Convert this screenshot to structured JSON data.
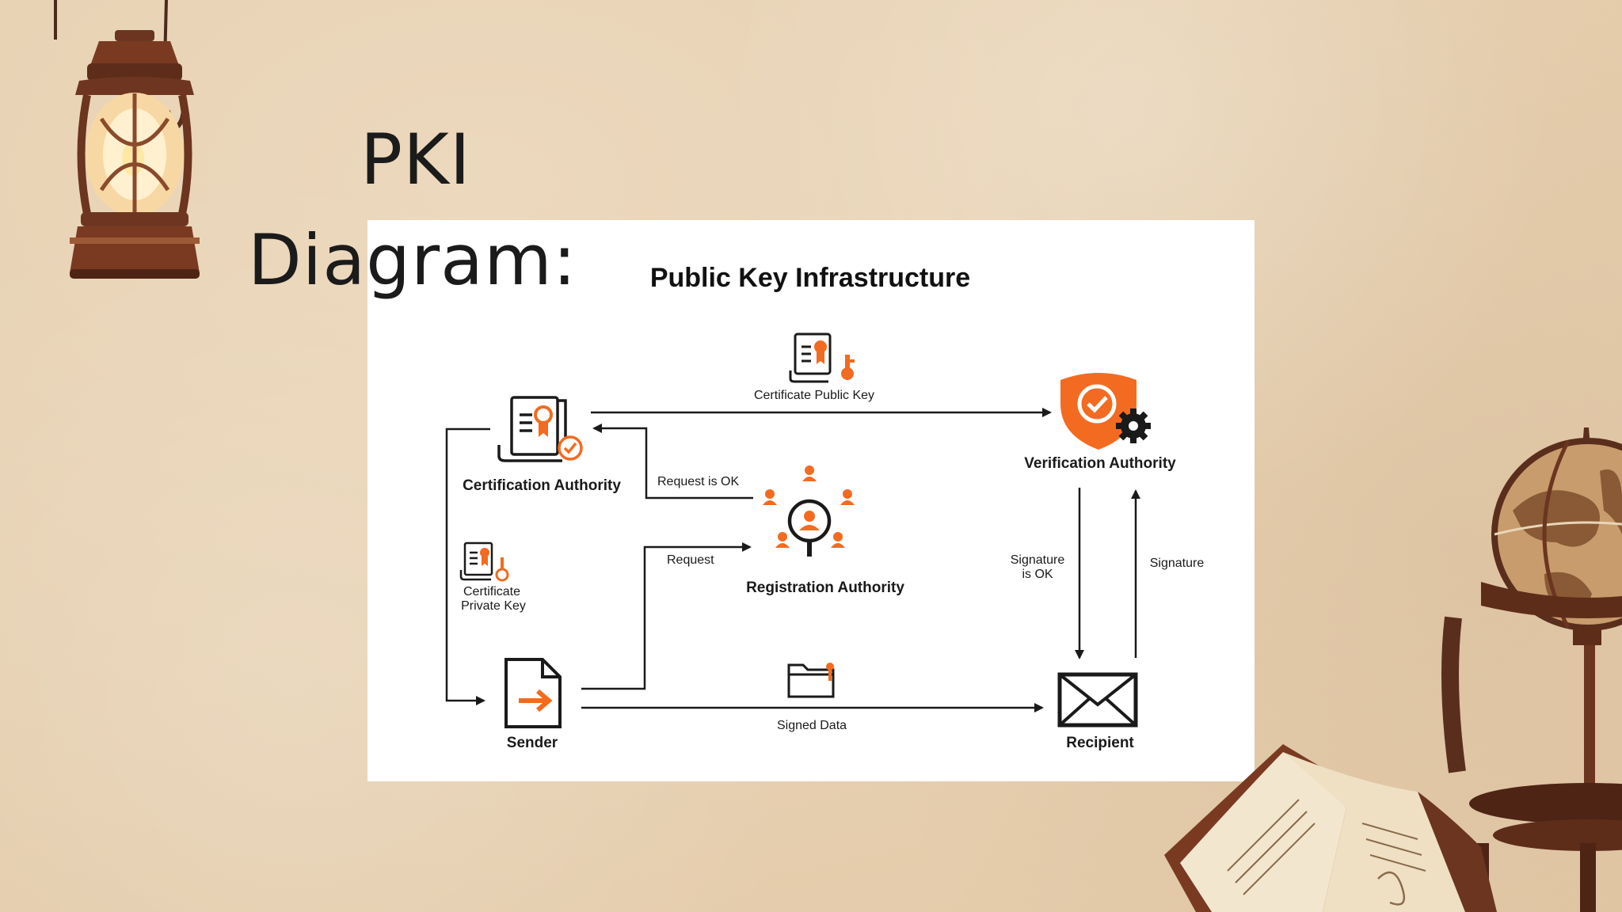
{
  "slide": {
    "title_line1": "PKI",
    "title_line2": "Diagram:"
  },
  "diagram": {
    "heading": "Public Key Infrastructure",
    "nodes": {
      "certification_authority": "Certification Authority",
      "verification_authority": "Verification Authority",
      "registration_authority": "Registration Authority",
      "sender": "Sender",
      "recipient": "Recipient"
    },
    "items": {
      "certificate_public_key": "Certificate Public Key",
      "certificate_private_key_line1": "Certificate",
      "certificate_private_key_line2": "Private Key",
      "signed_data": "Signed Data"
    },
    "edge_labels": {
      "request_is_ok": "Request is OK",
      "request": "Request",
      "signature_is_ok_line1": "Signature",
      "signature_is_ok_line2": "is OK",
      "signature": "Signature"
    }
  },
  "colors": {
    "accent_orange": "#F26B21",
    "ink": "#1A1A1A",
    "background_paper": "#E7D1B2"
  },
  "icons": {
    "decor_left": "oil-lantern",
    "decor_right_1": "antique-globe",
    "decor_right_2": "open-book"
  }
}
